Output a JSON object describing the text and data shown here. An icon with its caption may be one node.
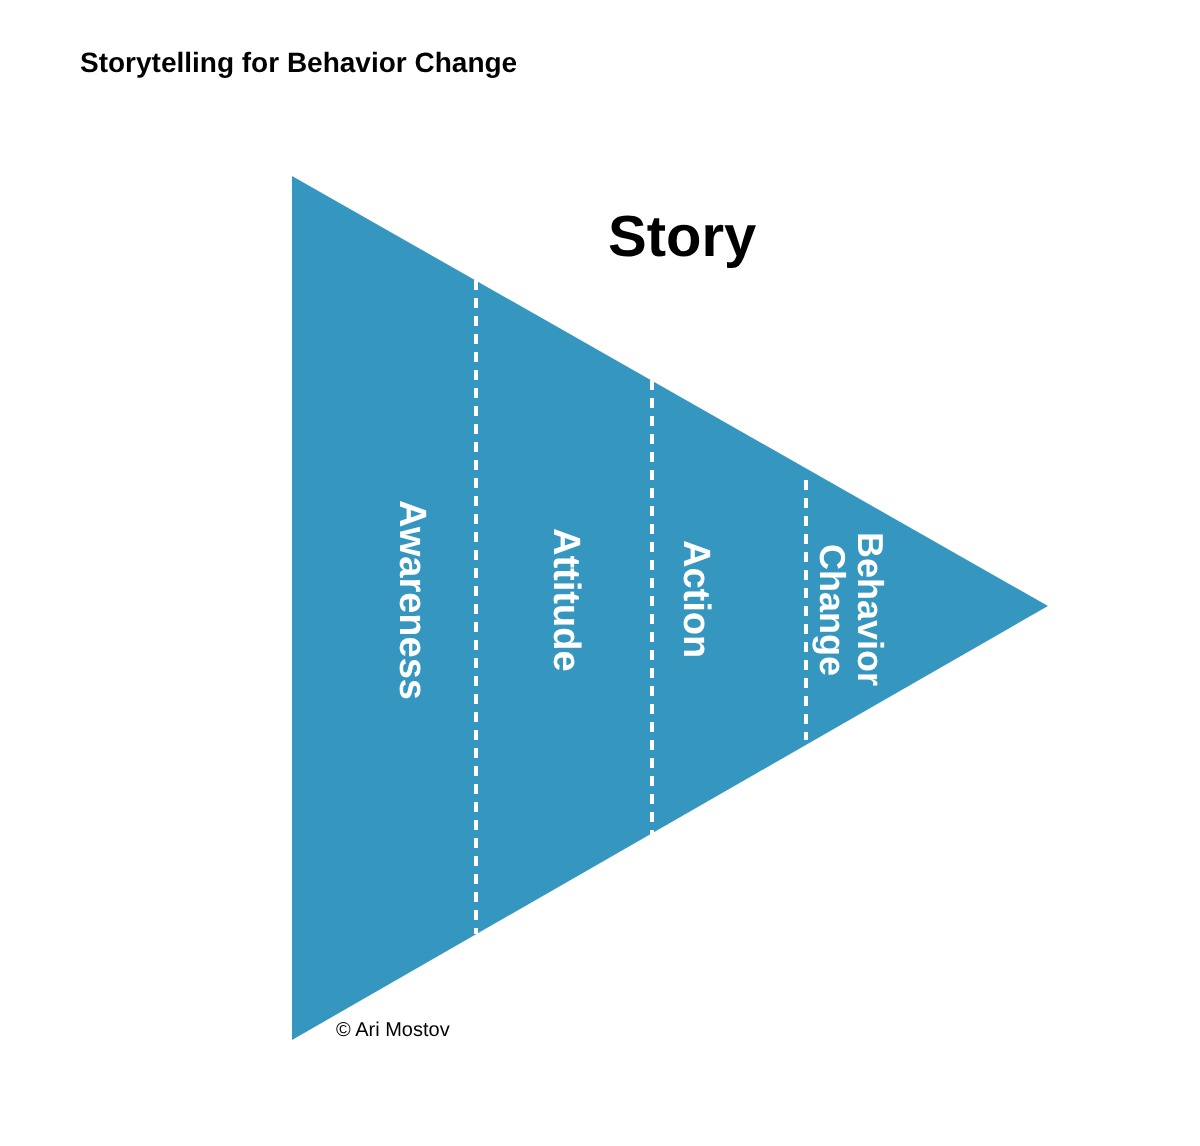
{
  "diagram": {
    "title": "Storytelling for Behavior Change",
    "nodes": [
      {
        "text": [
          "Story"
        ]
      },
      {
        "text": [
          "Awareness"
        ],
        "in": 0
      },
      {
        "text": [
          "Attitude"
        ],
        "in": 0
      },
      {
        "text": [
          "Action"
        ],
        "in": 0
      },
      {
        "text": [
          "Behavior Change"
        ],
        "in": 0
      }
    ],
    "edges": [],
    "labels": [
      "© Ari Mostov"
    ]
  }
}
